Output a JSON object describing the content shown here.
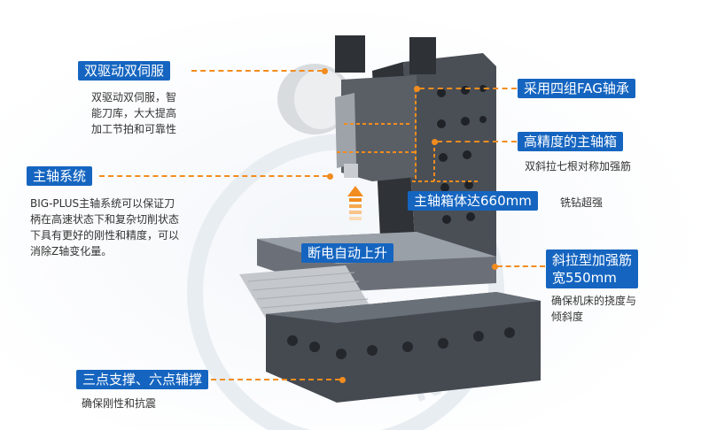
{
  "callouts": {
    "dual_servo": {
      "title": "双驱动双伺服",
      "desc_lines": [
        "双驱动双伺服，智",
        "能刀库，大大提高",
        "加工节拍和可靠性"
      ]
    },
    "spindle_system": {
      "title": "主轴系统",
      "desc_lines": [
        "BIG-PLUS主轴系统可以保证刀",
        "柄在高速状态下和复杂切削状态",
        "下具有更好的刚性和精度，可以",
        "消除Z轴变化量。"
      ]
    },
    "support": {
      "title": "三点支撑、六点辅撑",
      "desc": "确保刚性和抗震"
    },
    "fag_bearing": {
      "title": "采用四组FAG轴承"
    },
    "spindle_box": {
      "title": "高精度的主轴箱",
      "desc": "双斜拉七根对称加强筋"
    },
    "spindle_box_size": {
      "title": "主轴箱体达660mm",
      "desc": "铣钻超强"
    },
    "power_off": {
      "title": "断电自动上升"
    },
    "rib": {
      "title_line1": "斜拉型加强筋",
      "title_line2": "宽550mm",
      "desc_lines": [
        "确保机床的挠度与",
        "倾斜度"
      ]
    }
  },
  "colors": {
    "label_bg": "#1565c0",
    "leader": "#f28c1e",
    "arrow": "#f28c1e",
    "machine_dark": "#3c4148",
    "machine_light": "#b8bcc2"
  },
  "watermark_text": "NER"
}
